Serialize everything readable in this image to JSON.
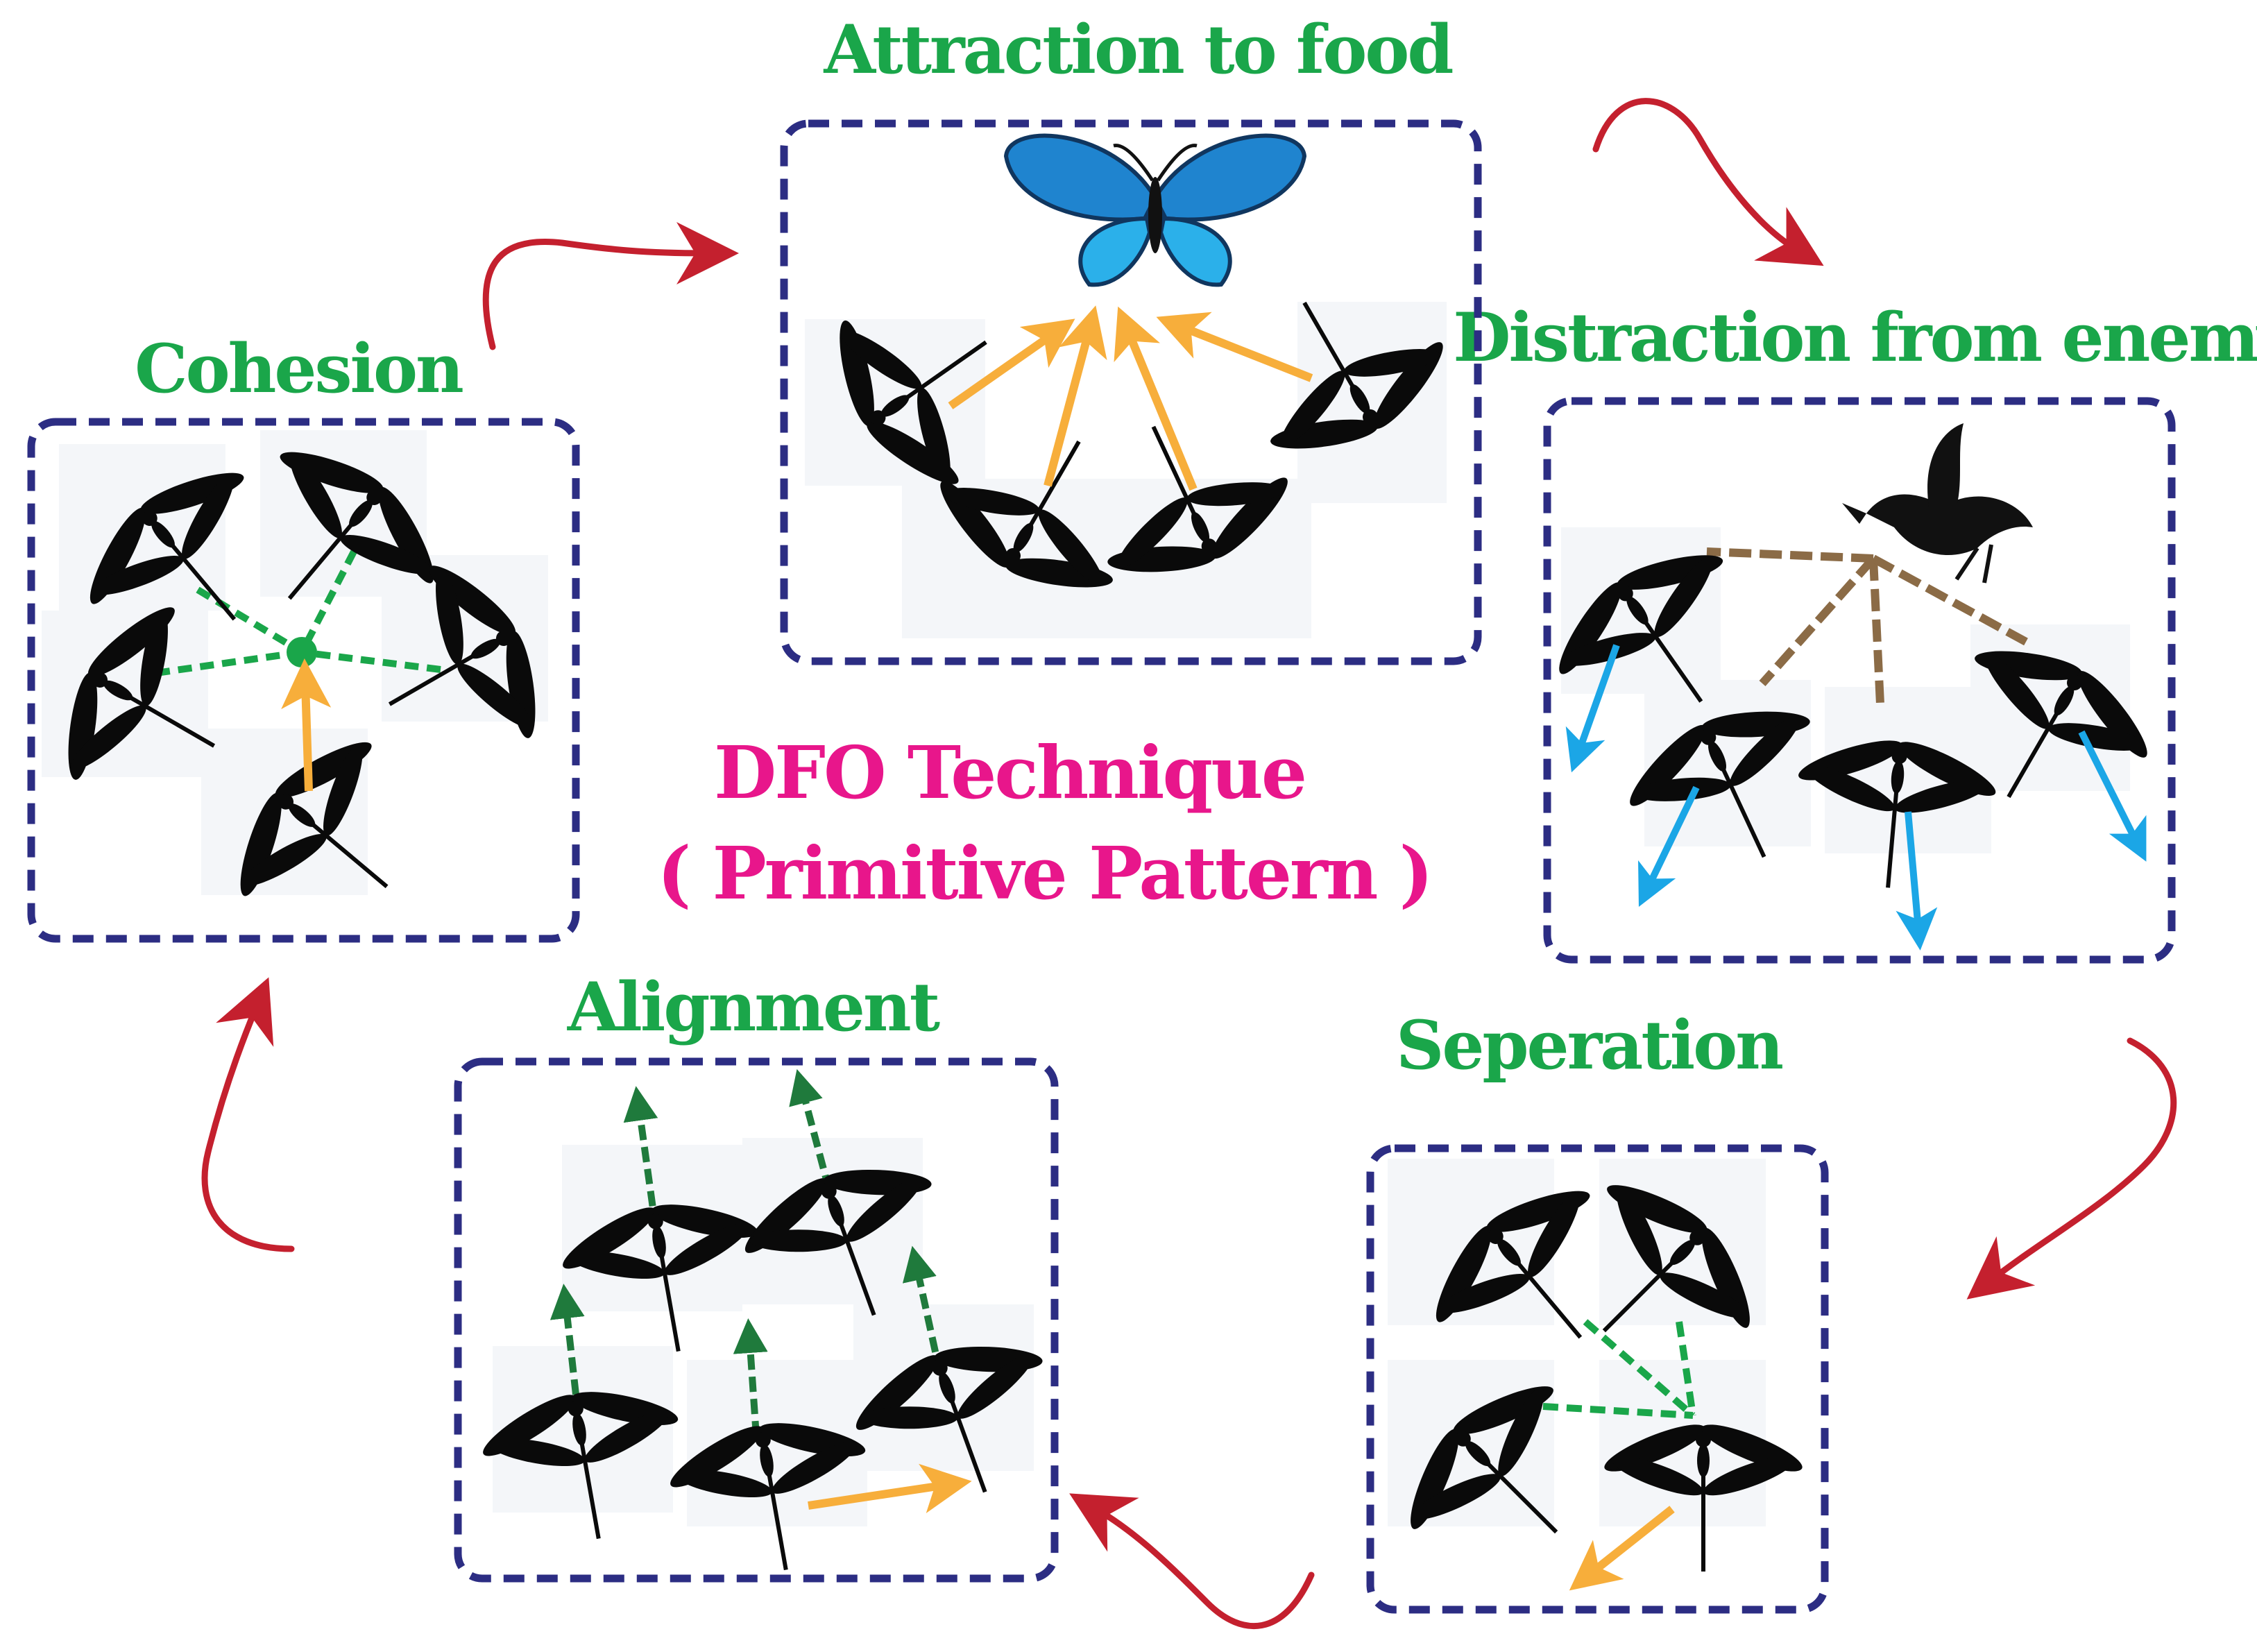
{
  "center": {
    "line1": "DFO Technique",
    "line2": "( Primitive Pattern )"
  },
  "steps": {
    "attraction": "Attraction to food",
    "distraction": "Distraction from enemy",
    "separation": "Seperation",
    "alignment": "Alignment",
    "cohesion": "Cohesion"
  },
  "colors": {
    "title_green": "#1aa64a",
    "center_magenta": "#e8168b",
    "panel_border": "#2c2d83",
    "cycle_arrow": "#c4202e",
    "food_arrow": "#f7ae3b",
    "flee_arrow": "#1ba6e6",
    "align_arrow": "#1f7a3c",
    "enemy_line": "#8b6b46",
    "cohesion_line": "#1aa64a"
  },
  "icons": [
    "dragonfly-icon",
    "butterfly-icon",
    "crow-icon"
  ]
}
